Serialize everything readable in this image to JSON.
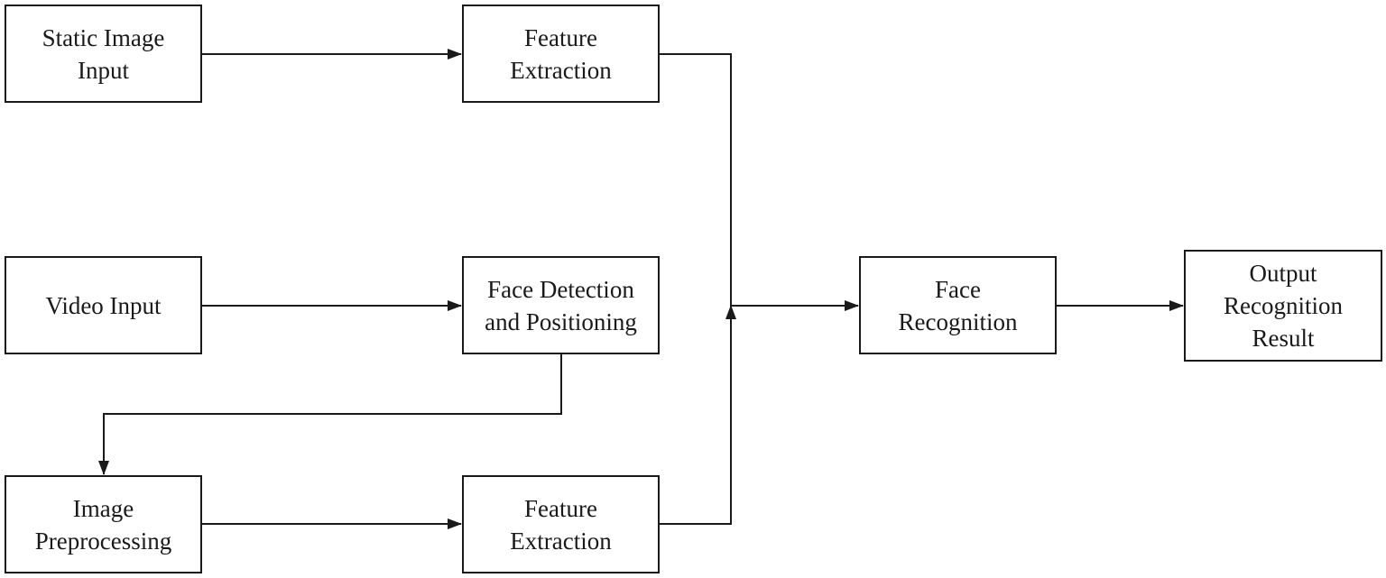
{
  "nodes": {
    "static_image_input": [
      "Static Image",
      "Input"
    ],
    "feature_extraction_top": [
      "Feature",
      "Extraction"
    ],
    "video_input": [
      "Video Input"
    ],
    "face_detection": [
      "Face Detection",
      "and Positioning"
    ],
    "face_recognition": [
      "Face",
      "Recognition"
    ],
    "output_result": [
      "Output",
      "Recognition",
      "Result"
    ],
    "image_preprocessing": [
      "Image",
      "Preprocessing"
    ],
    "feature_extraction_bottom": [
      "Feature",
      "Extraction"
    ]
  },
  "colors": {
    "stroke": "#1a1a1a",
    "background": "#ffffff"
  }
}
